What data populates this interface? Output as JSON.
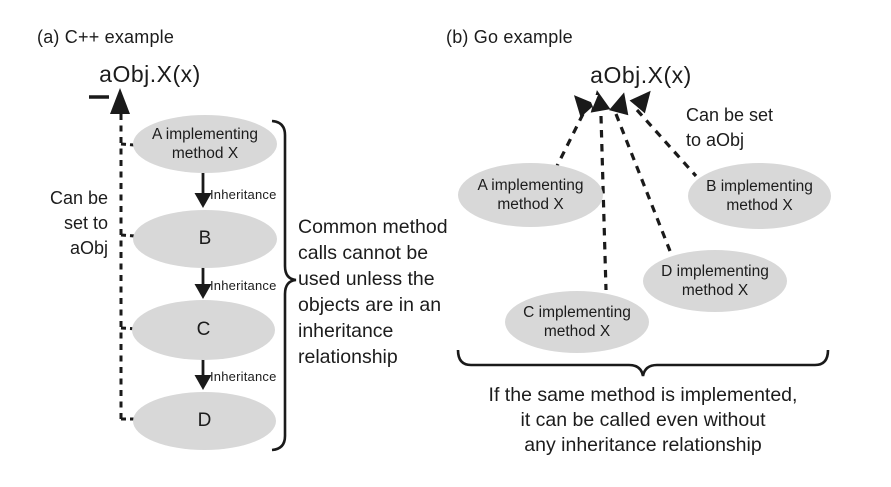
{
  "diagram": {
    "panel_a": {
      "title": "(a) C++ example",
      "call_label": "aObj.X(x)",
      "side_note": "Can be\nset to\naObj",
      "edge_label": "Inheritance",
      "nodes": {
        "a": "A implementing\nmethod X",
        "b": "B",
        "c": "C",
        "d": "D"
      },
      "brace_note": "Common method\ncalls cannot be\nused unless the\nobjects are in an\ninheritance\nrelationship"
    },
    "panel_b": {
      "title": "(b) Go example",
      "call_label": "aObj.X(x)",
      "side_note": "Can be set\nto aObj",
      "nodes": {
        "a": "A implementing\nmethod X",
        "b": "B implementing\nmethod X",
        "c": "C implementing\nmethod X",
        "d": "D implementing\nmethod X"
      },
      "brace_note": "If the same method is implemented,\nit can be called even without\nany inheritance relationship"
    },
    "colors": {
      "node_fill": "#d8d8d8",
      "line": "#1a1a1a",
      "text": "#1c1c1c",
      "background": "#ffffff"
    }
  }
}
